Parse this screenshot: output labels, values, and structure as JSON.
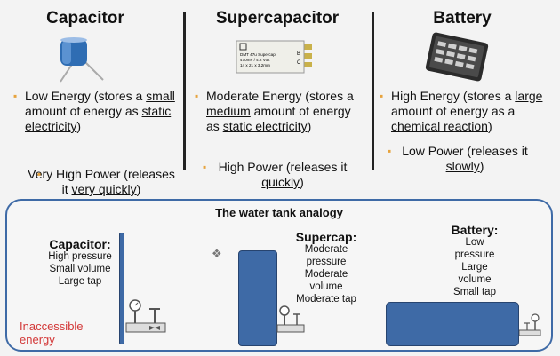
{
  "columns": [
    {
      "title": "Capacitor",
      "bullets": [
        {
          "parts": [
            [
              "Low Energy (stores a ",
              false
            ],
            [
              "small",
              true
            ],
            [
              " amount of energy as ",
              false
            ],
            [
              "static electricity",
              true
            ],
            [
              ")",
              false
            ]
          ]
        },
        {
          "parts": [
            [
              "Very High Power (releases it ",
              false
            ],
            [
              "very quickly",
              true
            ],
            [
              ")",
              false
            ]
          ]
        }
      ]
    },
    {
      "title": "Supercapacitor",
      "bullets": [
        {
          "parts": [
            [
              "Moderate Energy (stores a ",
              false
            ],
            [
              "medium",
              true
            ],
            [
              " amount of energy as ",
              false
            ],
            [
              "static electricity",
              true
            ],
            [
              ")",
              false
            ]
          ]
        },
        {
          "parts": [
            [
              "High Power (releases it ",
              false
            ],
            [
              "quickly",
              true
            ],
            [
              ")",
              false
            ]
          ]
        }
      ]
    },
    {
      "title": "Battery",
      "bullets": [
        {
          "parts": [
            [
              "High Energy (stores a ",
              false
            ],
            [
              "large",
              true
            ],
            [
              " amount of energy as a ",
              false
            ],
            [
              "chemical reaction",
              true
            ],
            [
              ")",
              false
            ]
          ]
        },
        {
          "parts": [
            [
              "Low Power (releases it ",
              false
            ],
            [
              "slowly",
              true
            ],
            [
              ")",
              false
            ]
          ]
        }
      ]
    }
  ],
  "supercap_image_text": [
    "DMT 47u Supercap",
    "470mF / 4.2 Volt",
    "14 x 21 x 3.2mm"
  ],
  "analogy": {
    "title": "The water tank analogy",
    "capacitor": {
      "name": "Capacitor:",
      "lines": [
        "High pressure",
        "Small volume",
        "Large tap"
      ]
    },
    "supercap": {
      "name": "Supercap:",
      "lines": [
        "Moderate",
        "pressure",
        "Moderate",
        "volume",
        "Moderate tap"
      ]
    },
    "battery": {
      "name": "Battery:",
      "lines": [
        "Low",
        "pressure",
        "Large",
        "volume",
        "Small tap"
      ]
    },
    "inaccessible": [
      "Inaccessible",
      "energy"
    ]
  },
  "colors": {
    "accent": "#e7a33d",
    "tank": "#3e6aa6",
    "dashed_line": "#e24040"
  }
}
